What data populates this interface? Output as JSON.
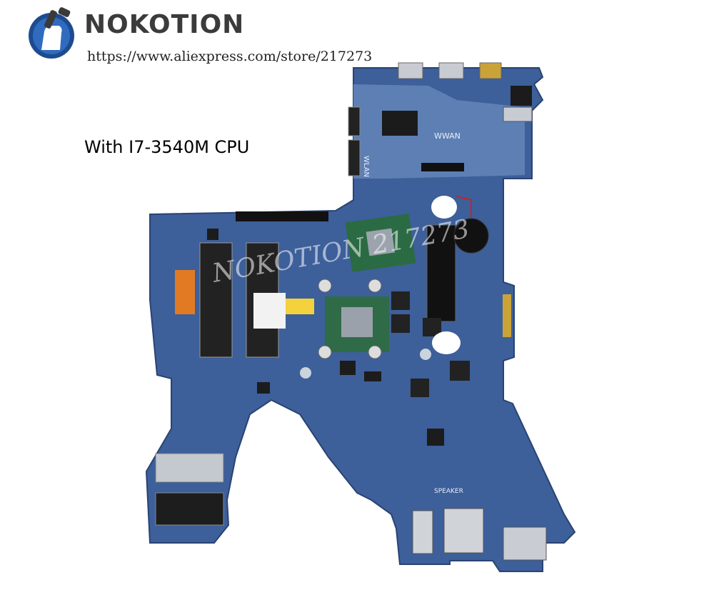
{
  "header": {
    "brand": "NOKOTION",
    "url": "https://www.aliexpress.com/store/217273",
    "logo_icon": "fist-icon"
  },
  "caption": "With I7-3540M CPU",
  "board": {
    "colors": {
      "pcb": "#3d5f9a",
      "pcb_dark": "#2c4a80",
      "metal": "#b8bcc4"
    },
    "silkscreen": {
      "wwan": "WWAN",
      "wlan": "WLAN",
      "speaker": "SPEAKER"
    },
    "watermark": "NOKOTION 217273"
  }
}
